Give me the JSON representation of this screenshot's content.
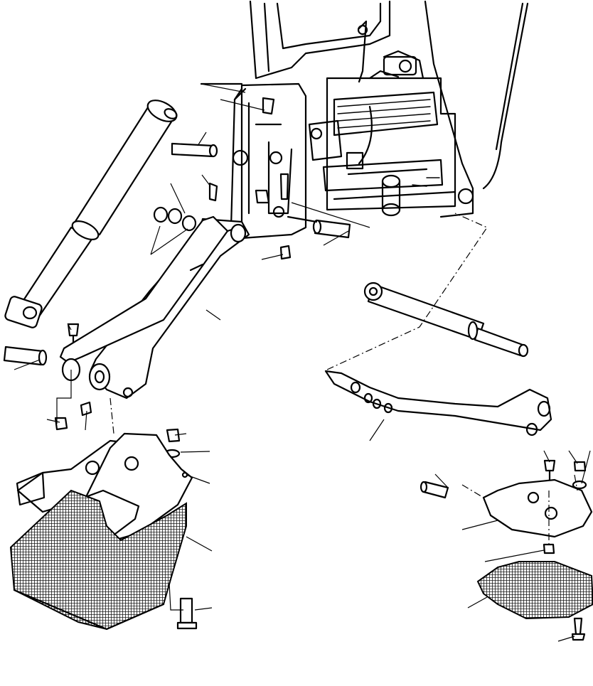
{
  "diagram": {
    "kind": "exploded-parts-illustration",
    "colors": {
      "ink": "#000000",
      "paper": "#ffffff",
      "pad_pattern": "#1a1a1a"
    },
    "parts": [
      "frame-mount-bracket",
      "swing-tower-assembly",
      "left-hydraulic-cylinder",
      "left-stabilizer-arm",
      "left-pivot-pin",
      "upper-pivot-pin",
      "right-pivot-pin",
      "bushings",
      "capscrews",
      "nuts",
      "washers",
      "right-hydraulic-cylinder",
      "right-stabilizer-arm",
      "left-stabilizer-foot",
      "left-foot-pad",
      "right-stabilizer-foot",
      "right-foot-pad",
      "foot-pin",
      "pad-bolts"
    ]
  }
}
